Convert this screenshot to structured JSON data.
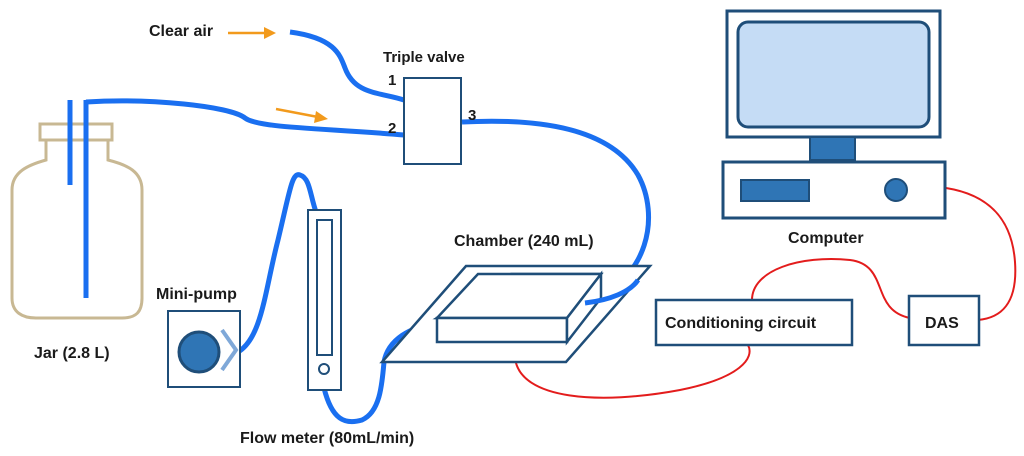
{
  "labels": {
    "clear_air": "Clear air",
    "triple_valve": "Triple valve",
    "port_1": "1",
    "port_2": "2",
    "port_3": "3",
    "jar": "Jar (2.8 L)",
    "mini_pump": "Mini-pump",
    "flow_meter": "Flow meter (80mL/min)",
    "chamber": "Chamber (240 mL)",
    "conditioning_circuit": "Conditioning circuit",
    "das": "DAS",
    "computer": "Computer"
  },
  "colors": {
    "gas_tube": "#1a6ff0",
    "signal_wire": "#e31c1c",
    "box_stroke": "#1f4e79",
    "screen_fill": "#c5dcf5",
    "jar_stroke": "#c8b893",
    "flow_arrow": "#f29a1c",
    "knob_fill": "#2f75b5"
  },
  "icons": {
    "flow_arrow": "arrow-right-icon"
  }
}
